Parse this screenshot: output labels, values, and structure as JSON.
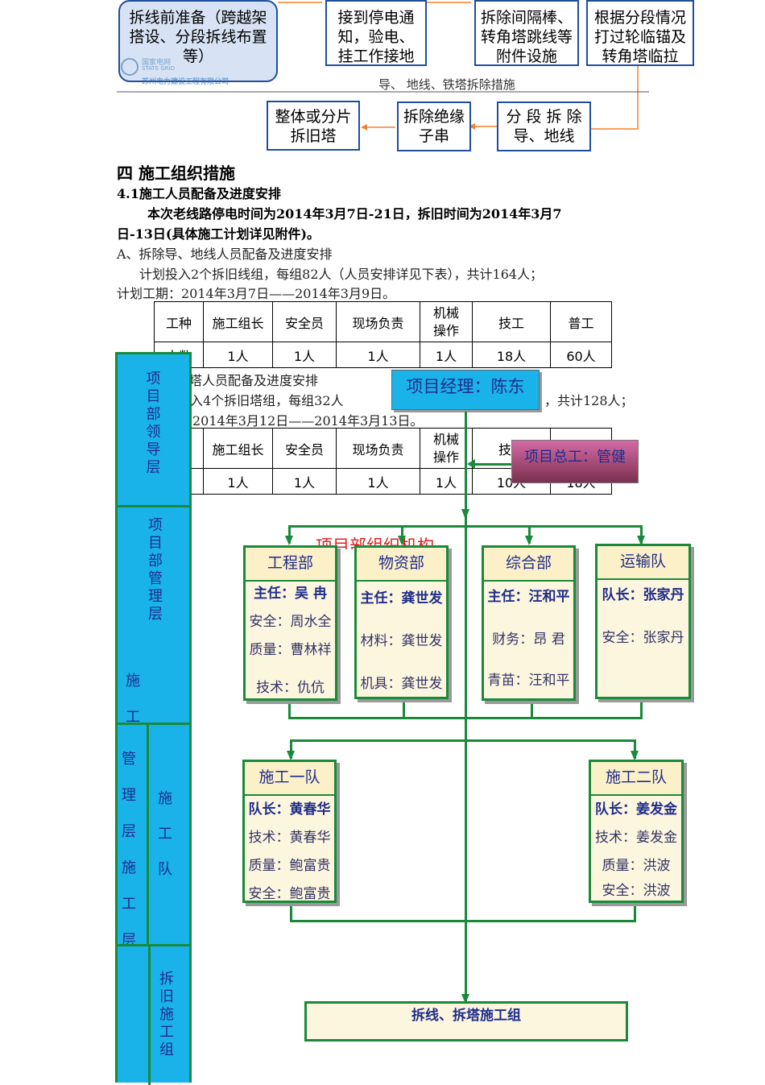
{
  "flow": {
    "step1": "拆线前准备（跨越架搭设、分段拆线布置等）",
    "step2": "接到停电通知，验电、挂工作接地",
    "step3": "拆除间隔棒、转角塔跳线等附件设施",
    "step4": "根据分段情况打过轮临锚及转角塔临拉",
    "caption": "导、 地线、铁塔拆除措施",
    "step5": "分 段 拆 除导、地线",
    "step6": "拆除绝缘子串",
    "step7": "整体或分片拆旧塔",
    "logo_cn": "国家电网",
    "logo_en": "STATE GRID",
    "logo_company": "苏州电力建设工程有限公司"
  },
  "section": {
    "heading": "四  施工组织措施",
    "sub_heading": "4.1施工人员配备及进度安排",
    "para1_line1": "本次老线路停电时间为2014年3月7日-21日，拆旧时间为2014年3月7",
    "para1_line2": "日-13日(具体施工计划详见附件)。",
    "partA_title": "A、拆除导、地线人员配备及进度安排",
    "partA_line1": "计划投入2个拆旧线组，每组82人（人员安排详见下表），共计164人；",
    "partA_line2": "计划工期：2014年3月7日——2014年3月9日。",
    "partB_title": "塔人员配备及进度安排",
    "partB_line1_a": "入4个拆旧塔组，每组32人",
    "partB_line1_b": "，共计128人；",
    "partB_line2": "2014年3月12日——2014年3月13日。"
  },
  "table1": {
    "headers": [
      "工种",
      "施工组长",
      "安全员",
      "现场负责",
      "机械\n操作",
      "技工",
      "普工"
    ],
    "row": [
      "人数",
      "1人",
      "1人",
      "1人",
      "1人",
      "18人",
      "60人"
    ]
  },
  "table2": {
    "headers": [
      "",
      "施工组长",
      "安全员",
      "现场负责",
      "机械\n操作",
      "技工",
      "普工"
    ],
    "row": [
      "",
      "1人",
      "1人",
      "1人",
      "1人",
      "10人",
      "18人"
    ]
  },
  "org": {
    "pm": "项目经理：陈东",
    "chief": "项目总工：管健",
    "title_overlay": "项目部组织机构",
    "tiers": {
      "leader": "项目部领导层",
      "manage": "项目部管理层",
      "shi": "施",
      "gong": "工",
      "mgmt_layer": "管理层施工层",
      "team": "施工队",
      "demolish": "拆旧施工组"
    },
    "depts": [
      {
        "name": "工程部",
        "lead": "主任：吴 冉",
        "lines": [
          "安全：周水全",
          "质量：曹林祥",
          "技术：仇伉"
        ]
      },
      {
        "name": "物资部",
        "lead": "主任：龚世发",
        "lines": [
          "材料：龚世发",
          "机具：龚世发"
        ]
      },
      {
        "name": "综合部",
        "lead": "主任：汪和平",
        "lines": [
          "财务：昂  君",
          "青苗：汪和平"
        ]
      },
      {
        "name": "运输队",
        "lead": "队长：张家丹",
        "lines": [
          "安全：张家丹"
        ]
      }
    ],
    "teams": [
      {
        "name": "施工一队",
        "lead": "队长：黄春华",
        "lines": [
          "技术：黄春华",
          "质量：鲍富贵",
          "安全：鲍富贵"
        ]
      },
      {
        "name": "施工二队",
        "lead": "队长：姜发金",
        "lines": [
          "技术：姜发金",
          "质量：洪波",
          "安全：洪波"
        ]
      }
    ],
    "bottom_group": "拆线、拆塔施工组"
  },
  "colors": {
    "tier_fill": "#19b3ea",
    "org_green": "#1a8a3a",
    "flow_border": "#1f4e9c",
    "arrow_orange": "#f5822a",
    "dept_fill": "#fdf6df",
    "pm_fill": "#19b3ea",
    "chief_fill": "#c0508a"
  }
}
